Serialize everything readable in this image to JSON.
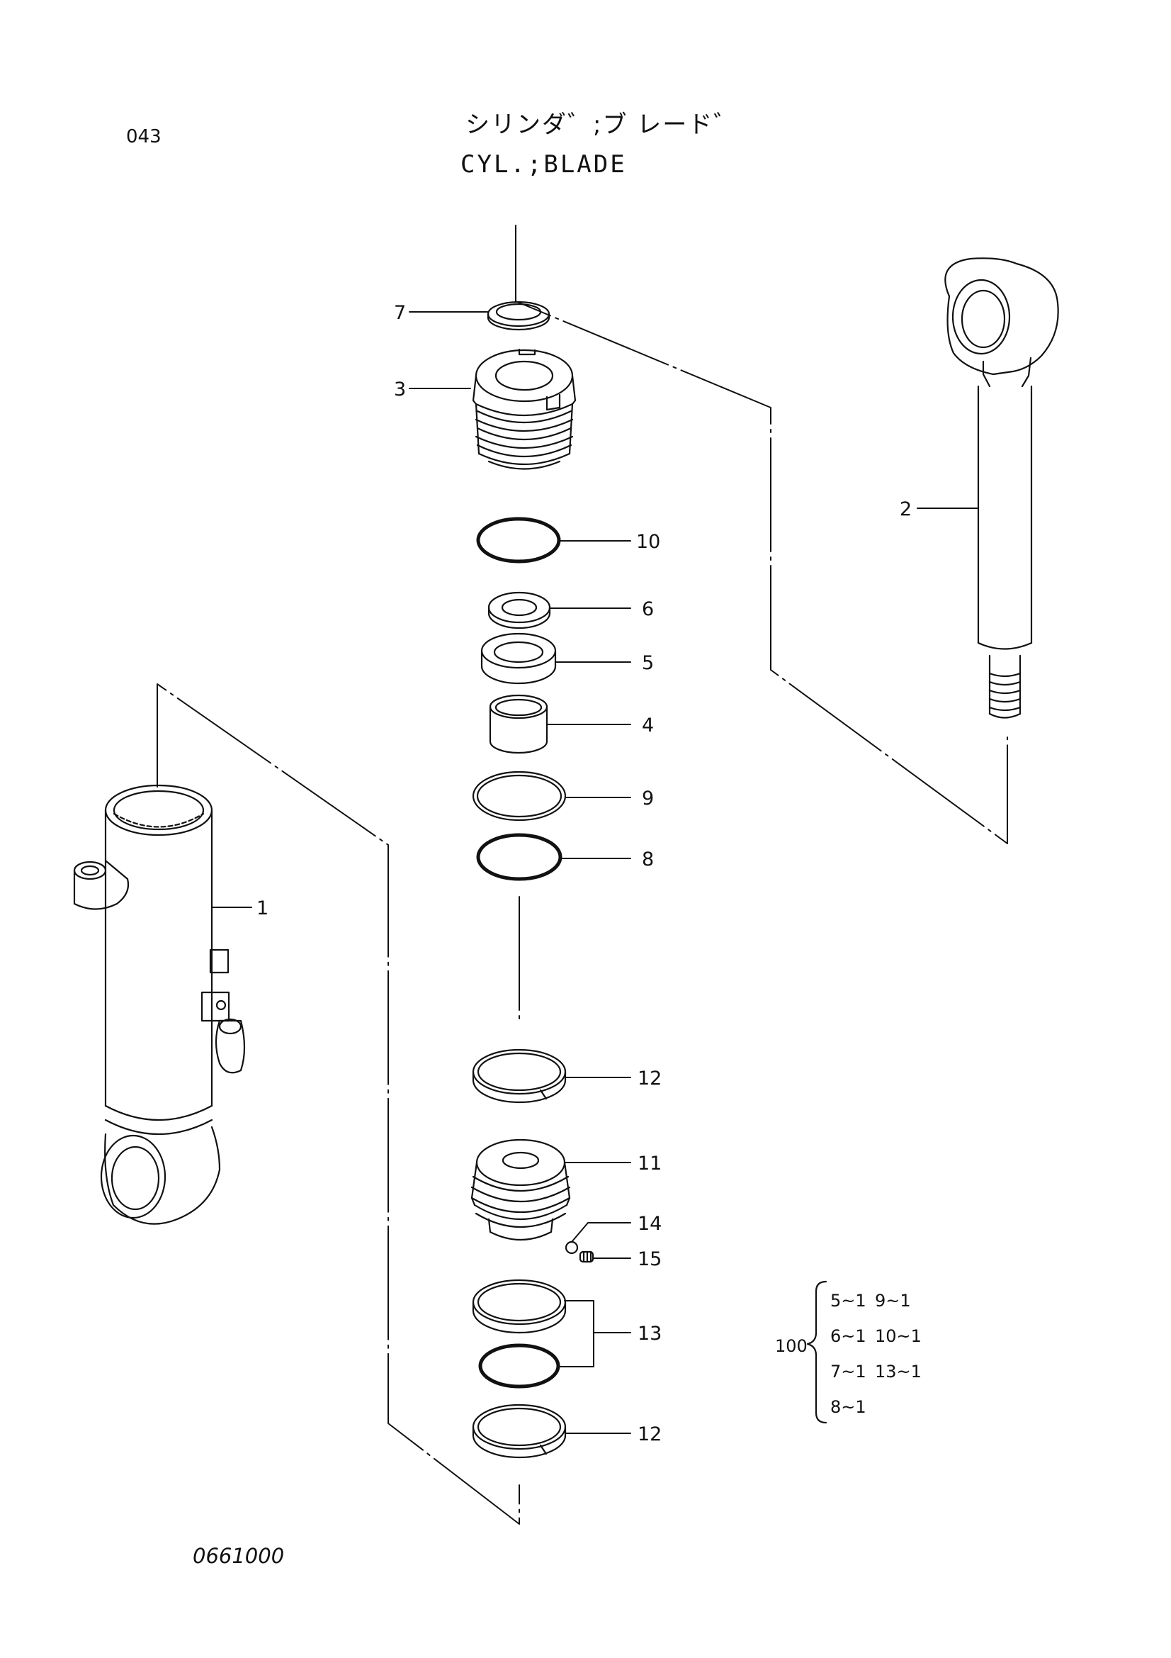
{
  "header": {
    "page_number": "043",
    "title_jp": "シリンダ゛;ブ レード゛",
    "title_en": "CYL.;BLADE"
  },
  "footer": {
    "doc_code": "0661000"
  },
  "parts": [
    {
      "no": "1",
      "name": "cylinder-tube"
    },
    {
      "no": "2",
      "name": "piston-rod"
    },
    {
      "no": "3",
      "name": "cylinder-head"
    },
    {
      "no": "4",
      "name": "bushing"
    },
    {
      "no": "5",
      "name": "seal"
    },
    {
      "no": "6",
      "name": "back-up-ring"
    },
    {
      "no": "7",
      "name": "dust-seal"
    },
    {
      "no": "8",
      "name": "o-ring"
    },
    {
      "no": "9",
      "name": "back-up-ring"
    },
    {
      "no": "10",
      "name": "o-ring"
    },
    {
      "no": "11",
      "name": "piston"
    },
    {
      "no": "12",
      "name": "wear-ring"
    },
    {
      "no": "13",
      "name": "seal-ring-set"
    },
    {
      "no": "14",
      "name": "steel-ball"
    },
    {
      "no": "15",
      "name": "set-screw"
    }
  ],
  "callouts": {
    "c7": "7",
    "c3": "3",
    "c10": "10",
    "c6": "6",
    "c5": "5",
    "c4": "4",
    "c9": "9",
    "c8": "8",
    "c2": "2",
    "c1": "1",
    "c12a": "12",
    "c11": "11",
    "c14": "14",
    "c15": "15",
    "c13": "13",
    "c12b": "12"
  },
  "seal_kit": {
    "label": "100",
    "items": [
      {
        "part": "5",
        "qty": "1"
      },
      {
        "part": "6",
        "qty": "1"
      },
      {
        "part": "7",
        "qty": "1"
      },
      {
        "part": "8",
        "qty": "1"
      },
      {
        "part": "9",
        "qty": "1"
      },
      {
        "part": "10",
        "qty": "1"
      },
      {
        "part": "13",
        "qty": "1"
      }
    ],
    "separator": "~"
  }
}
